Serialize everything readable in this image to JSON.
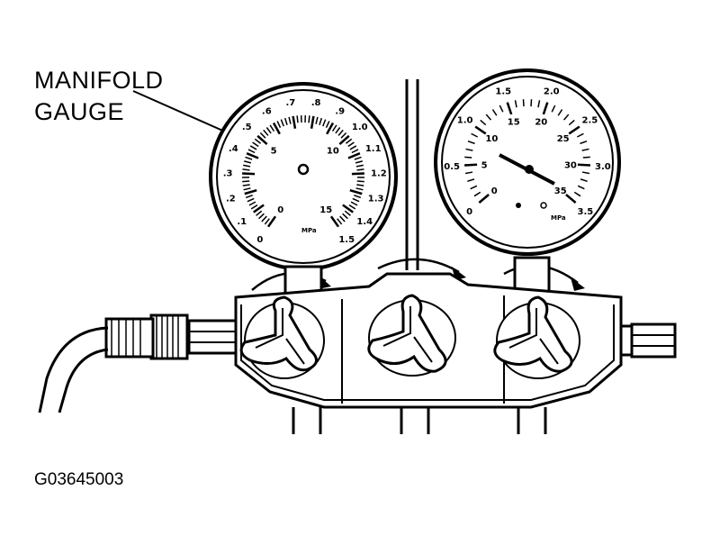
{
  "callout": {
    "line1": "MANIFOLD",
    "line2": "GAUGE"
  },
  "figure_id": "G03645003",
  "left_gauge": {
    "outer_scale": [
      "0",
      ".1",
      ".2",
      ".3",
      ".4",
      ".5",
      ".6",
      ".7",
      ".8",
      ".9",
      "1.0",
      "1.1",
      "1.2",
      "1.3",
      "1.4",
      "1.5"
    ],
    "inner_scale": [
      "0",
      "5",
      "10",
      "15"
    ],
    "unit": "MPa"
  },
  "right_gauge": {
    "outer_scale": [
      "0",
      "0.5",
      "1.0",
      "1.5",
      "2.0",
      "2.5",
      "3.0",
      "3.5"
    ],
    "inner_scale": [
      "0",
      "5",
      "10",
      "15",
      "20",
      "25",
      "30",
      "35"
    ],
    "unit": "MPa"
  },
  "colors": {
    "ink": "#000000",
    "paper": "#ffffff"
  }
}
